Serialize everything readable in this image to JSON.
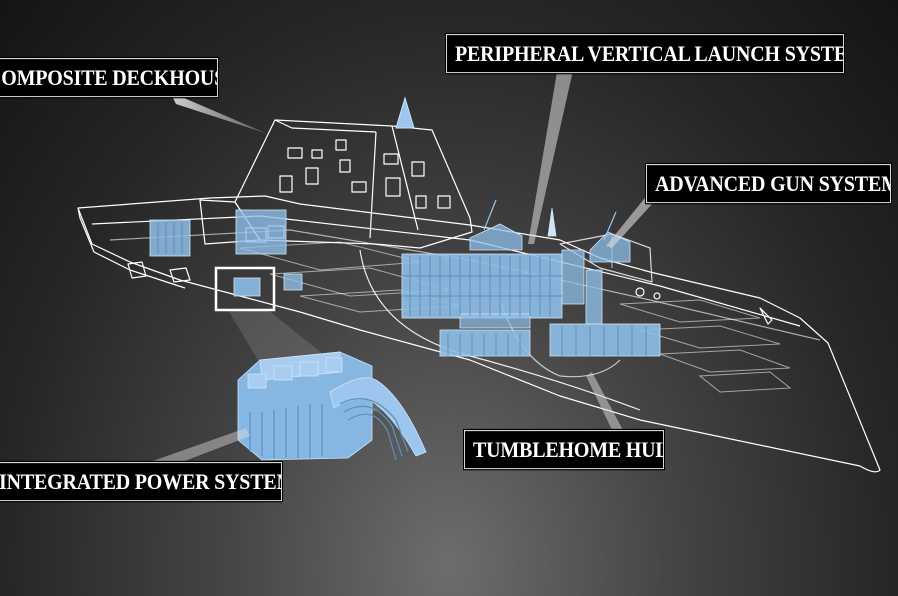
{
  "labels": {
    "composite_deckhouse": "COMPOSITE DECKHOUSE",
    "peripheral_vls": "PERIPHERAL VERTICAL LAUNCH SYSTEM",
    "advanced_gun_system": "ADVANCED GUN SYSTEM",
    "tumblehome_hull": "TUMBLEHOME HULL",
    "integrated_power_system": "INTEGRATED POWER SYSTEM"
  },
  "colors": {
    "wireframe": "#ffffff",
    "component_blue": "#8fbfe8",
    "label_bg": "#000000"
  }
}
